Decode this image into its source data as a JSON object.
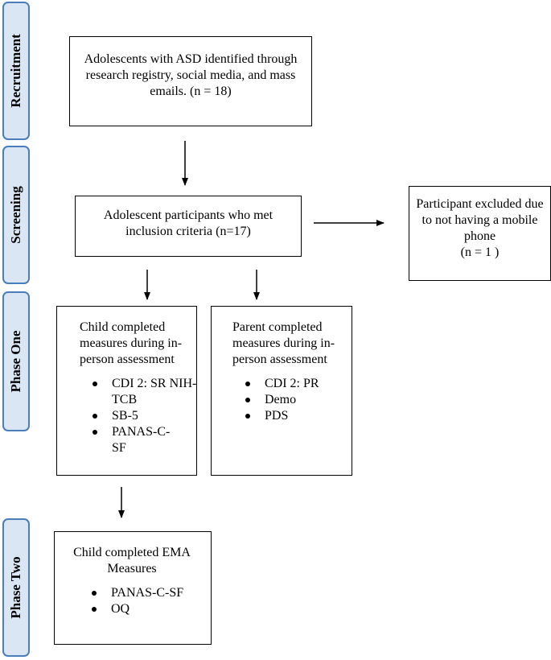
{
  "phases": {
    "recruitment": "Recruitment",
    "screening": "Screening",
    "phase_one": "Phase One",
    "phase_two": "Phase Two"
  },
  "recruitment_box": {
    "text": "Adolescents with ASD identified through research registry, social media, and mass emails. (n = 18)"
  },
  "screening_box": {
    "text": "Adolescent participants who met inclusion criteria (n=17)"
  },
  "excluded_box": {
    "text": "Participant excluded due to not having a mobile phone",
    "count": "(n = 1 )"
  },
  "child_box": {
    "heading": "Child completed measures during in-person assessment",
    "items": [
      "CDI 2: SR NIH-TCB",
      "SB-5",
      "PANAS-C-SF"
    ]
  },
  "parent_box": {
    "heading": "Parent completed measures during in-person assessment",
    "items": [
      "CDI 2: PR",
      "Demo",
      "PDS"
    ]
  },
  "ema_box": {
    "heading": "Child completed EMA Measures",
    "items": [
      "PANAS-C-SF",
      "OQ"
    ]
  }
}
